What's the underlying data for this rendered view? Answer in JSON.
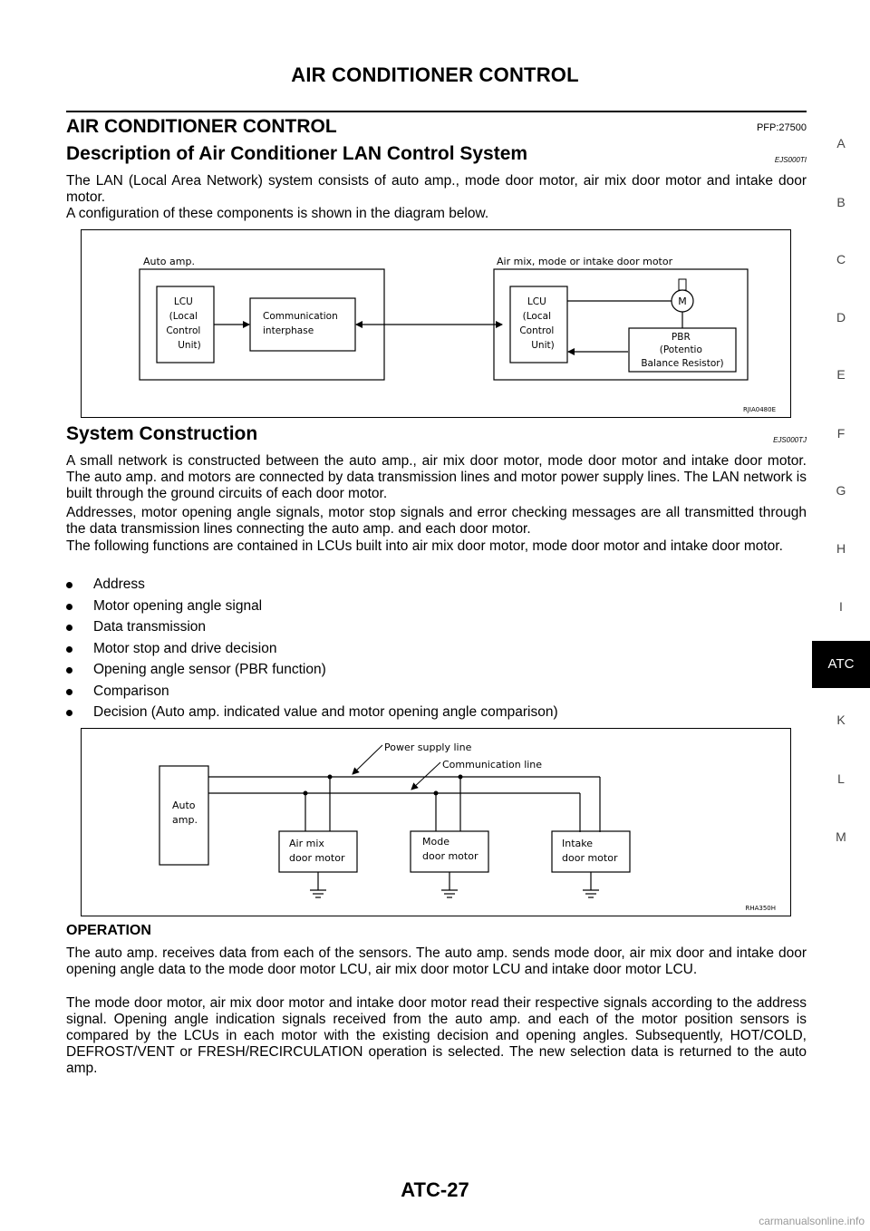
{
  "header": {
    "title": "AIR CONDITIONER CONTROL"
  },
  "section": {
    "title": "AIR CONDITIONER CONTROL",
    "pfp": "PFP:27500"
  },
  "description": {
    "title": "Description of Air Conditioner LAN Control System",
    "code": "EJS000TI",
    "paragraphs": [
      "The LAN (Local Area Network) system consists of auto amp., mode door motor, air mix door motor and intake door motor.",
      "A configuration of these components is shown in the diagram below."
    ]
  },
  "diagram1": {
    "auto_amp_label": "Auto amp.",
    "door_motor_label": "Air mix, mode or intake door motor",
    "lcu_left": [
      "LCU",
      "(Local",
      "Control",
      "Unit)"
    ],
    "comm": [
      "Communication",
      "interphase"
    ],
    "lcu_right": [
      "LCU",
      "(Local",
      "Control",
      "Unit)"
    ],
    "motor": "M",
    "pbr": [
      "PBR",
      "(Potentio",
      "Balance Resistor)"
    ],
    "ref": "RJIA0480E"
  },
  "construction": {
    "title": "System Construction",
    "code": "EJS000TJ",
    "paragraphs": [
      "A small network is constructed between the auto amp., air mix door motor, mode door motor and intake door motor. The auto amp. and motors are connected by data transmission lines and motor power supply lines. The LAN network is built through the ground circuits of each door motor.",
      "Addresses, motor opening angle signals, motor stop signals and error checking messages are all transmitted through the data transmission lines connecting the auto amp. and each door motor.",
      "The following functions are contained in LCUs built into air mix door motor, mode door motor and intake door motor."
    ],
    "bullets": [
      "Address",
      "Motor opening angle signal",
      "Data transmission",
      "Motor stop and drive decision",
      "Opening angle sensor (PBR function)",
      "Comparison",
      "Decision (Auto amp. indicated value and motor opening angle comparison)"
    ]
  },
  "diagram2": {
    "power_line": "Power supply line",
    "comm_line": "Communication line",
    "auto_amp": [
      "Auto",
      "amp."
    ],
    "air_mix": [
      "Air mix",
      "door motor"
    ],
    "mode": [
      "Mode",
      "door motor"
    ],
    "intake": [
      "Intake",
      "door motor"
    ],
    "ref": "RHA350H"
  },
  "operation": {
    "title": "OPERATION",
    "paragraphs": [
      "The auto amp. receives data from each of the sensors. The auto amp. sends mode door, air mix door and intake door opening angle data to the mode door motor LCU, air mix door motor LCU and intake door motor LCU.",
      "The mode door motor, air mix door motor and intake door motor read their respective signals according to the address signal. Opening angle indication signals received from the auto amp. and each of the motor position sensors is compared by the LCUs in each motor with the existing decision and opening angles. Subsequently, HOT/COLD, DEFROST/VENT or FRESH/RECIRCULATION operation is selected. The new selection data is returned to the auto amp."
    ]
  },
  "side_index": {
    "letters": [
      "A",
      "B",
      "C",
      "D",
      "E",
      "F",
      "G",
      "H",
      "I"
    ],
    "active": "ATC",
    "letters_after": [
      "K",
      "L",
      "M"
    ]
  },
  "footer": {
    "page_number": "ATC-27",
    "watermark": "carmanualsonline.info"
  }
}
